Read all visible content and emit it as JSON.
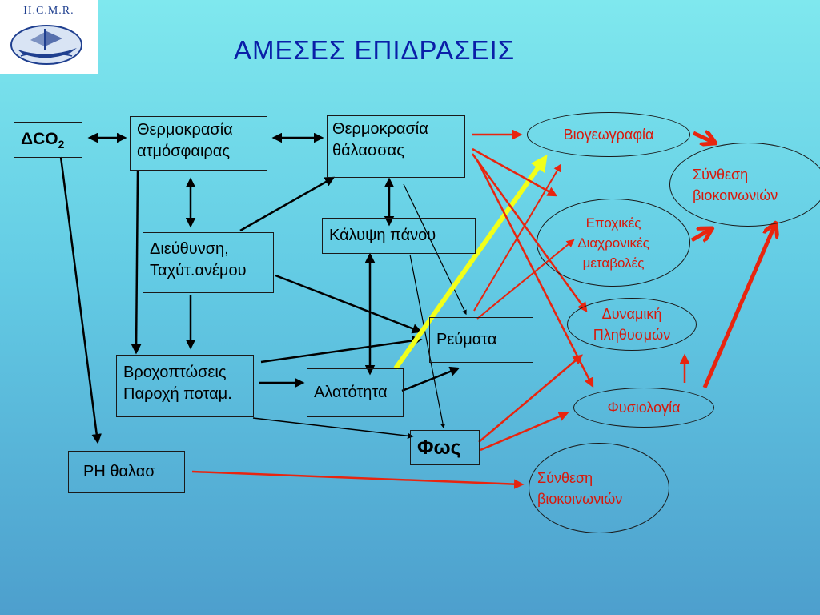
{
  "logo": {
    "text": "H.C.M.R."
  },
  "title": "ΑΜΕΣΕΣ ΕΠΙΔΡΑΣΕΙΣ",
  "nodes": {
    "dco2": {
      "main": "ΔCO",
      "sub": "2"
    },
    "air_temp": {
      "line1": "Θερμοκρασία",
      "line2": "ατμόσφαιρας"
    },
    "sea_temp": {
      "line1": "Θερμοκρασία",
      "line2": "θάλασσας"
    },
    "wind": {
      "line1": "Διεύθυνση,",
      "line2": "Ταχύτ.ανέμου"
    },
    "ice_cover": {
      "label": "Κάλυψη πάνου"
    },
    "currents": {
      "label": "Ρεύματα"
    },
    "rainfall": {
      "line1": "Βροχοπτώσεις",
      "line2": "Παροχή ποταμ."
    },
    "salinity": {
      "label": "Αλατότητα"
    },
    "light": {
      "label": "Φως"
    },
    "ph": {
      "label": "PH θαλασ"
    }
  },
  "ovals": {
    "biogeography": "Βιογεωγραφία",
    "community_top": "Σύνθεση\nβιοκοινωνιών",
    "seasonal": "Εποχικές\nΔιαχρονικές\nμεταβολές",
    "population": "Δυναμική\nΠληθυσμών",
    "physiology": "Φυσιολογία",
    "community_bottom": "Σύνθεση\nβιοκοινωνιών"
  },
  "colors": {
    "title": "#0a1fa8",
    "outcome_text": "#d7190b",
    "red_arrow": "#e8250f",
    "black_arrow": "#000000",
    "highlight_arrow": "#f2ff1a"
  }
}
